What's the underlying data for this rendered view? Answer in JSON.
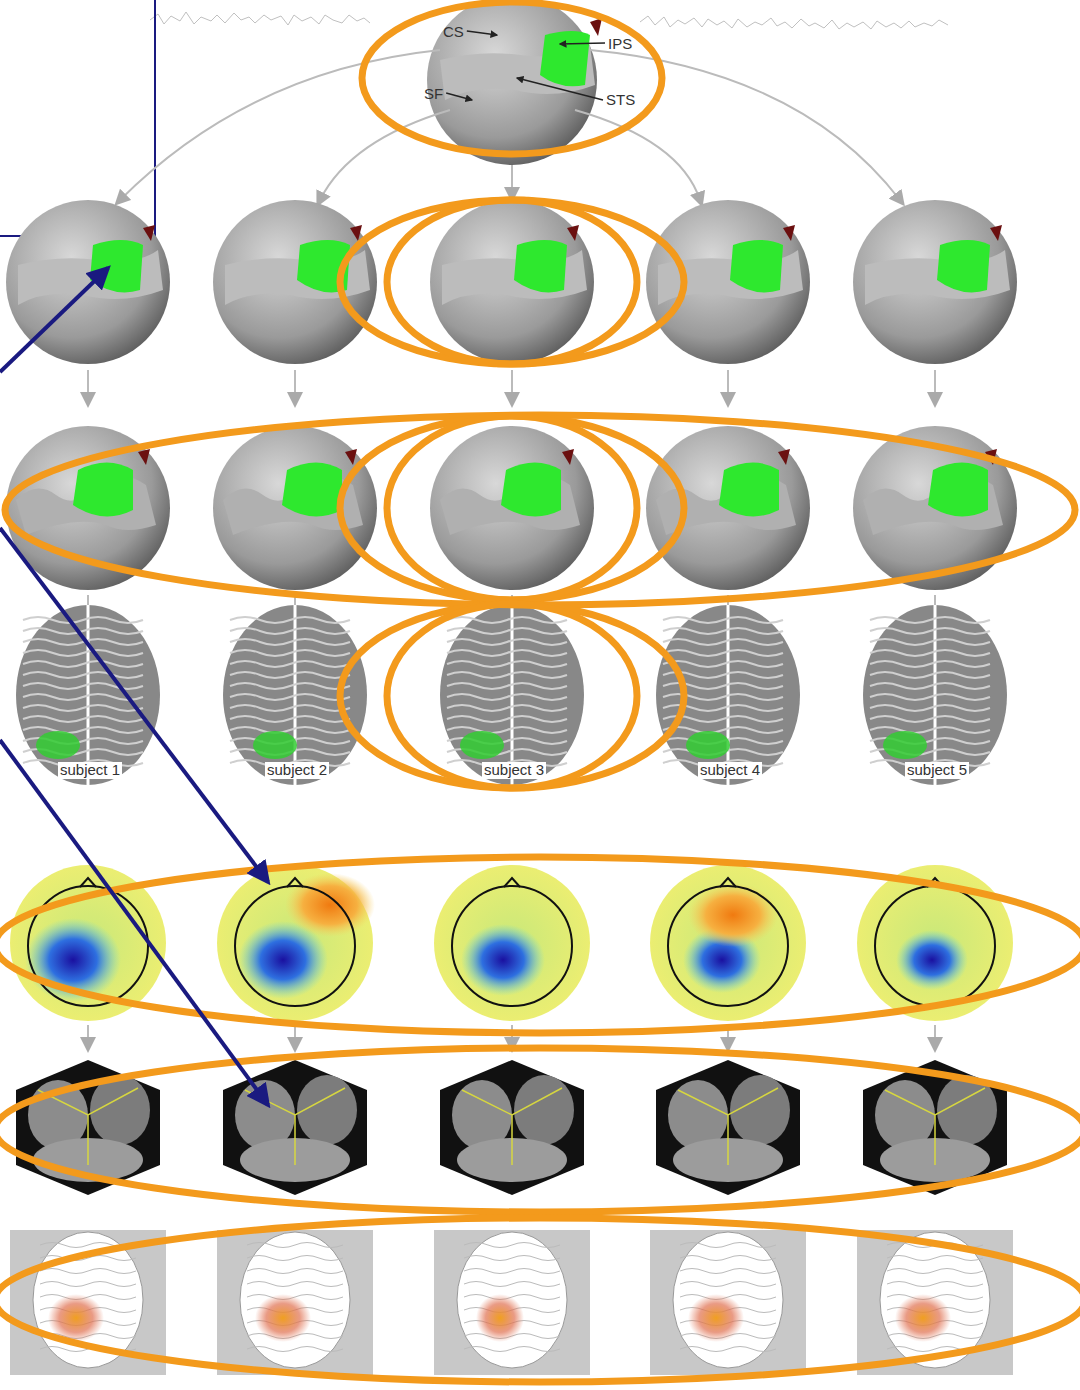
{
  "diagram": {
    "labels": [
      "CS",
      "SF",
      "IPS",
      "STS",
      "subject 1",
      "subject 2",
      "subject 3",
      "subject 4",
      "subject 5"
    ]
  }
}
